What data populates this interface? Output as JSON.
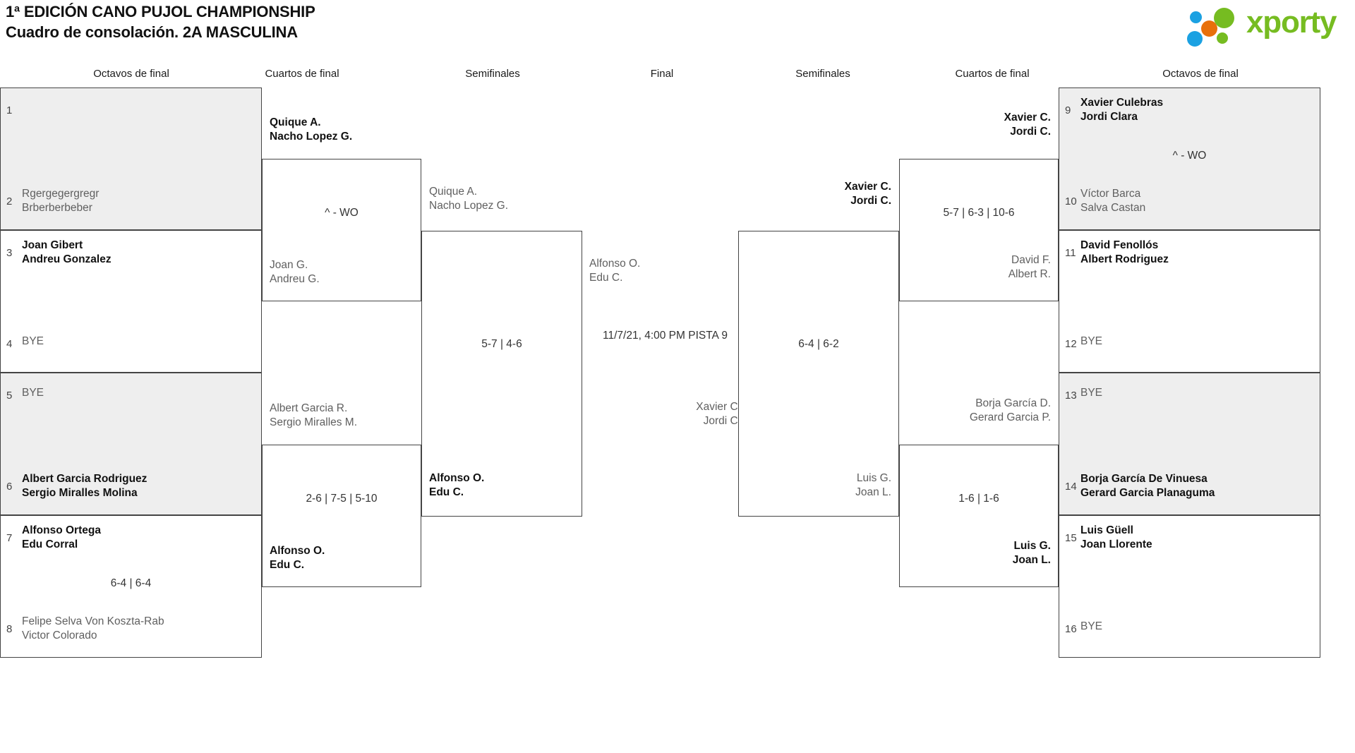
{
  "header": {
    "title_line1": "1ª EDICIÓN CANO PUJOL CHAMPIONSHIP",
    "title_line2": "Cuadro de consolación. 2A MASCULINA",
    "logo_text": "xporty",
    "logo_colors": {
      "green": "#76bc21",
      "blue": "#1ba1e2",
      "orange": "#e8700a"
    }
  },
  "rounds": {
    "left_r16": "Octavos de final",
    "left_qf": "Cuartos de final",
    "left_sf": "Semifinales",
    "final": "Final",
    "right_sf": "Semifinales",
    "right_qf": "Cuartos de final",
    "right_r16": "Octavos de final"
  },
  "left": {
    "r16": [
      {
        "seed": "1",
        "line1": "",
        "line2": "",
        "winner": false
      },
      {
        "seed": "2",
        "line1": "Rgergegergregr",
        "line2": "Brberberbeber",
        "winner": false
      },
      {
        "seed": "3",
        "line1": "Joan Gibert",
        "line2": "Andreu Gonzalez",
        "winner": true
      },
      {
        "seed": "4",
        "line1": "BYE",
        "line2": "",
        "winner": false
      },
      {
        "seed": "5",
        "line1": "BYE",
        "line2": "",
        "winner": false
      },
      {
        "seed": "6",
        "line1": "Albert Garcia Rodriguez",
        "line2": "Sergio Miralles Molina",
        "winner": true
      },
      {
        "seed": "7",
        "line1": "Alfonso Ortega",
        "line2": "Edu Corral",
        "winner": true
      },
      {
        "seed": "8",
        "line1": "Felipe Selva Von Koszta-Rab",
        "line2": "Victor Colorado",
        "winner": false
      }
    ],
    "r16_scores": [
      "",
      "",
      "",
      "6-4 | 6-4"
    ],
    "qf": [
      {
        "line1": "Quique A.",
        "line2": "Nacho Lopez G.",
        "winner": true
      },
      {
        "line1": "Joan G.",
        "line2": "Andreu G.",
        "winner": false
      },
      {
        "line1": "Albert Garcia R.",
        "line2": "Sergio Miralles M.",
        "winner": false
      },
      {
        "line1": "Alfonso O.",
        "line2": "Edu C.",
        "winner": true
      }
    ],
    "qf_scores": [
      "^ - WO",
      "2-6 | 7-5 | 5-10"
    ],
    "sf": [
      {
        "line1": "Quique A.",
        "line2": "Nacho Lopez G.",
        "winner": false
      },
      {
        "line1": "Alfonso O.",
        "line2": "Edu C.",
        "winner": true
      }
    ],
    "sf_scores": [
      "5-7 | 4-6"
    ]
  },
  "final": {
    "top": {
      "line1": "Alfonso O.",
      "line2": "Edu C.",
      "winner": false
    },
    "bottom": {
      "line1": "Xavier C.",
      "line2": "Jordi C.",
      "winner": false
    },
    "schedule": "11/7/21, 4:00 PM PISTA 9"
  },
  "right": {
    "r16": [
      {
        "seed": "9",
        "line1": "Xavier Culebras",
        "line2": "Jordi Clara",
        "winner": true
      },
      {
        "seed": "10",
        "line1": "Víctor Barca",
        "line2": "Salva Castan",
        "winner": false
      },
      {
        "seed": "11",
        "line1": "David Fenollós",
        "line2": "Albert Rodriguez",
        "winner": true
      },
      {
        "seed": "12",
        "line1": "BYE",
        "line2": "",
        "winner": false
      },
      {
        "seed": "13",
        "line1": "BYE",
        "line2": "",
        "winner": false
      },
      {
        "seed": "14",
        "line1": "Borja García De Vinuesa",
        "line2": "Gerard Garcia Planaguma",
        "winner": true
      },
      {
        "seed": "15",
        "line1": "Luis Güell",
        "line2": "Joan Llorente",
        "winner": true
      },
      {
        "seed": "16",
        "line1": "BYE",
        "line2": "",
        "winner": false
      }
    ],
    "r16_scores": [
      "^ - WO",
      "",
      "",
      ""
    ],
    "qf": [
      {
        "line1": "Xavier C.",
        "line2": "Jordi C.",
        "winner": true
      },
      {
        "line1": "David F.",
        "line2": "Albert R.",
        "winner": false
      },
      {
        "line1": "Borja García D.",
        "line2": "Gerard Garcia P.",
        "winner": false
      },
      {
        "line1": "Luis G.",
        "line2": "Joan L.",
        "winner": true
      }
    ],
    "qf_scores": [
      "5-7 | 6-3 | 10-6",
      "1-6 | 1-6"
    ],
    "sf": [
      {
        "line1": "Xavier C.",
        "line2": "Jordi C.",
        "winner": true
      },
      {
        "line1": "Luis G.",
        "line2": "Joan L.",
        "winner": false
      }
    ],
    "sf_scores": [
      "6-4 | 6-2"
    ]
  }
}
